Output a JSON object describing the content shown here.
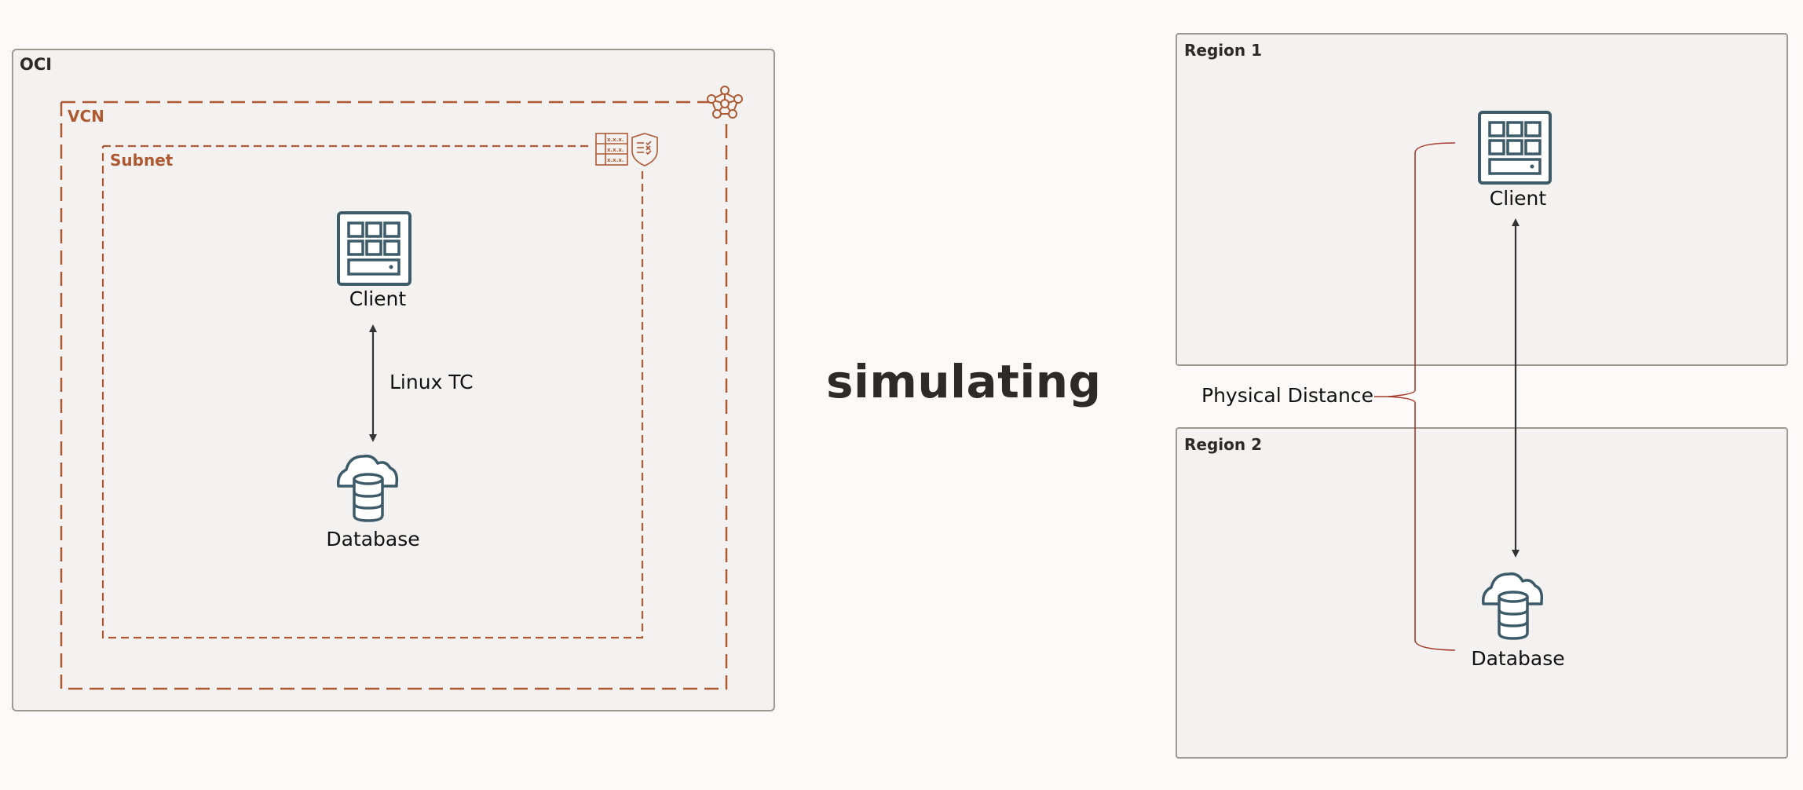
{
  "left_diagram": {
    "container": {
      "label": "OCI"
    },
    "vcn": {
      "label": "VCN"
    },
    "subnet": {
      "label": "Subnet"
    },
    "nodes": {
      "client": {
        "label": "Client"
      },
      "database": {
        "label": "Database"
      }
    },
    "edge": {
      "label": "Linux TC"
    }
  },
  "center": {
    "headline": "simulating"
  },
  "right_diagram": {
    "region1": {
      "label": "Region 1",
      "node": {
        "label": "Client"
      }
    },
    "region2": {
      "label": "Region 2",
      "node": {
        "label": "Database"
      }
    },
    "annotation": {
      "label": "Physical Distance"
    }
  },
  "colors": {
    "background": "#fbfaf8",
    "box_fill": "#f4f2f0",
    "box_border": "#9e9892",
    "network_accent": "#ad5a33",
    "icon_stroke": "#3d5a68",
    "brace": "#a4392c",
    "arrow": "#333333"
  }
}
